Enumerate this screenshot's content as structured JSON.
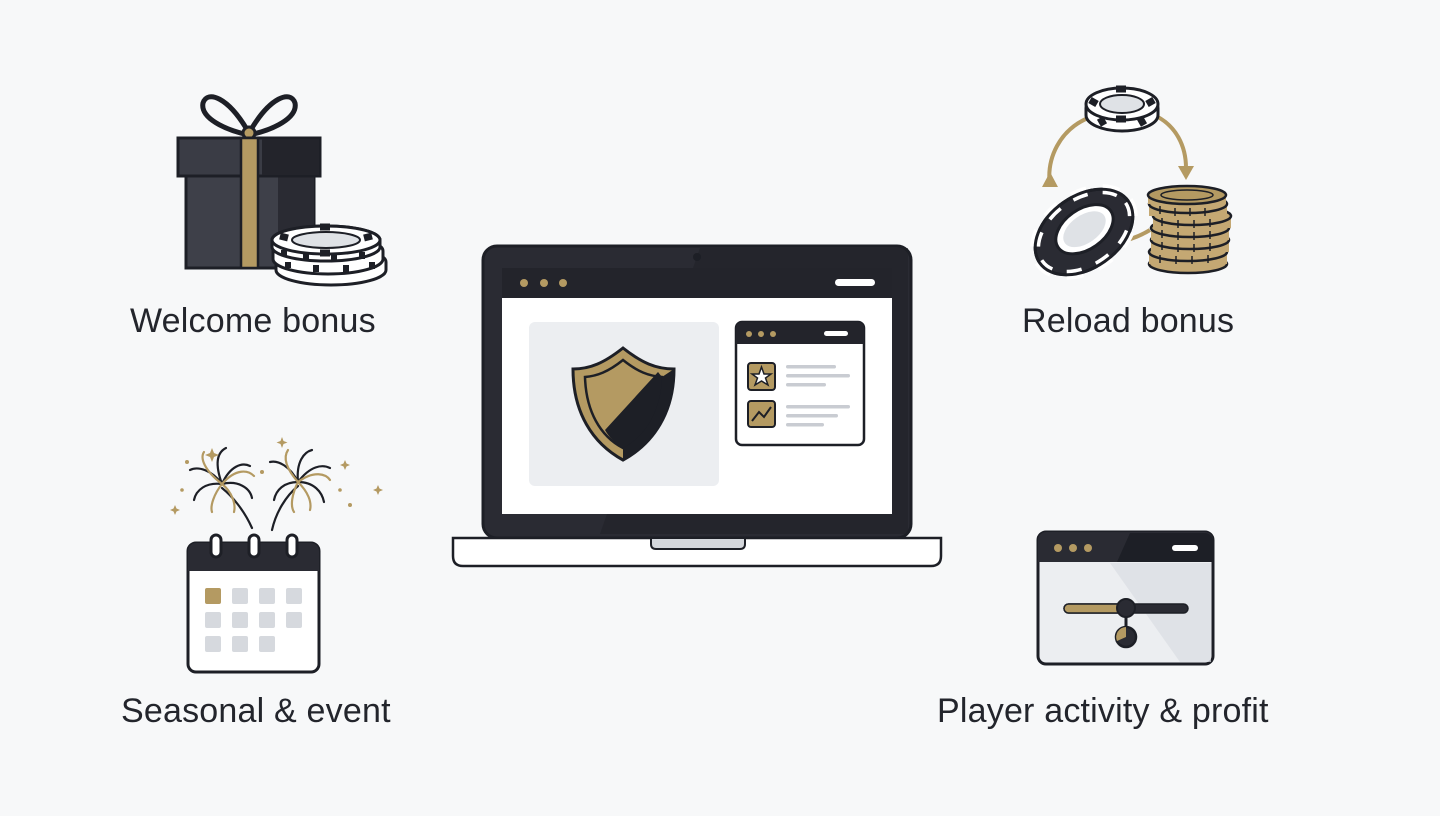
{
  "features": {
    "welcome": {
      "label": "Welcome bonus",
      "icon": "gift-box-with-chips-icon"
    },
    "reload": {
      "label": "Reload bonus",
      "icon": "chips-and-coins-cycle-icon"
    },
    "seasonal": {
      "label": "Seasonal & event",
      "icon": "calendar-fireworks-icon"
    },
    "player": {
      "label": "Player activity & profit",
      "icon": "browser-slider-icon"
    }
  },
  "center": {
    "icon": "laptop-shield-icon"
  },
  "colors": {
    "dark": "#262730",
    "gold": "#b49a62",
    "light_panel": "#eceef1",
    "background": "#f7f8f9",
    "outline": "#1d1f26"
  }
}
